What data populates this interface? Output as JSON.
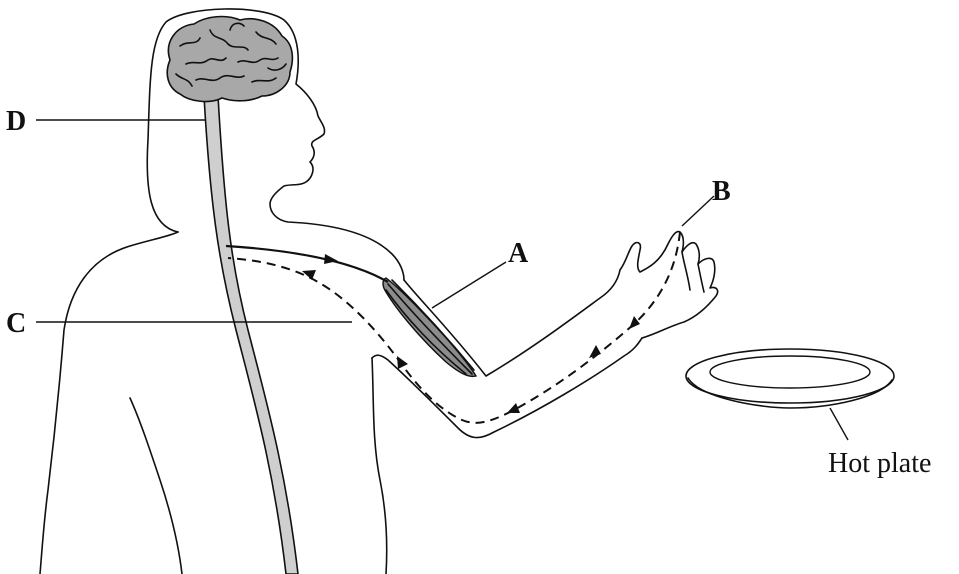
{
  "labels": {
    "a": "A",
    "b": "B",
    "c": "C",
    "d": "D",
    "hot_plate": "Hot plate"
  },
  "colors": {
    "outline": "#111111",
    "brain_fill": "#a8a8a8",
    "spinal_cord_fill": "#cfcfcf",
    "muscle_fill": "#8c8c8c",
    "background": "#ffffff"
  }
}
